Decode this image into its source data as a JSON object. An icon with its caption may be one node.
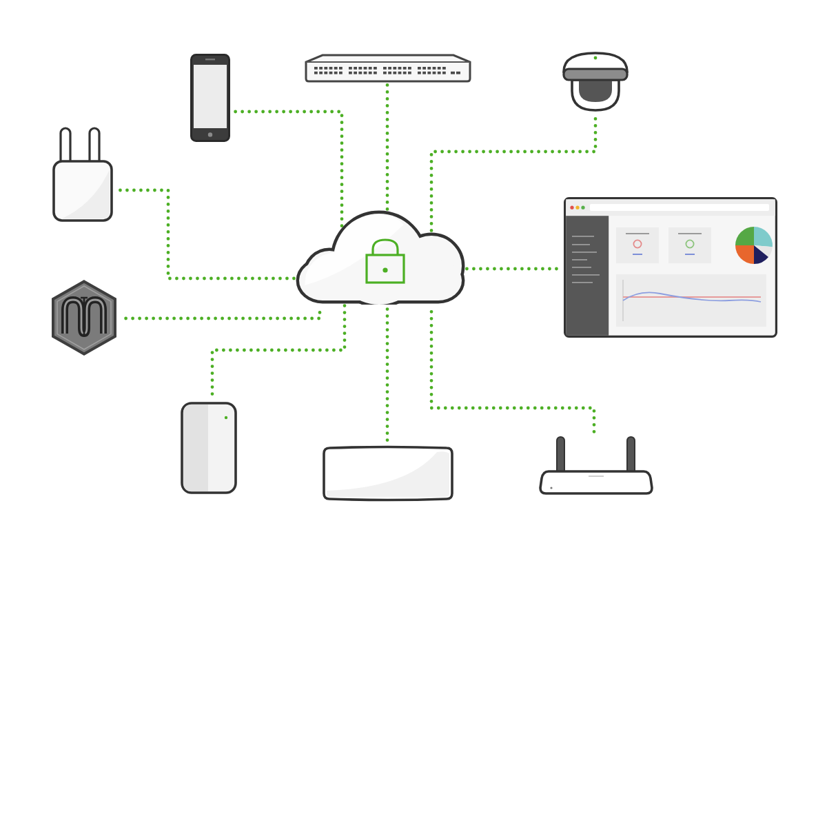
{
  "diagram": {
    "nodes": [
      {
        "text": [],
        "shape": "picture"
      },
      {
        "text": [],
        "shape": "picture"
      },
      {
        "text": [],
        "shape": "picture"
      },
      {
        "text": [],
        "shape": "picture"
      },
      {
        "text": [],
        "shape": "cloud"
      },
      {
        "text": [],
        "shape": "picture"
      },
      {
        "text": [],
        "shape": "picture"
      },
      {
        "text": [],
        "shape": "picture"
      },
      {
        "text": [],
        "shape": "picture"
      },
      {
        "text": [],
        "shape": "picture"
      }
    ],
    "edges": [
      {
        "from": 4,
        "to": 0,
        "arrow": "none"
      },
      {
        "from": 4,
        "to": 1,
        "arrow": "none"
      },
      {
        "from": 4,
        "to": 2,
        "arrow": "none"
      },
      {
        "from": 4,
        "to": 3,
        "arrow": "none"
      },
      {
        "from": 4,
        "to": 5,
        "arrow": "none"
      },
      {
        "from": 4,
        "to": 6,
        "arrow": "none"
      },
      {
        "from": 4,
        "to": 7,
        "arrow": "none"
      },
      {
        "from": 4,
        "to": 8,
        "arrow": "none"
      },
      {
        "from": 4,
        "to": 9,
        "arrow": "none"
      }
    ]
  }
}
